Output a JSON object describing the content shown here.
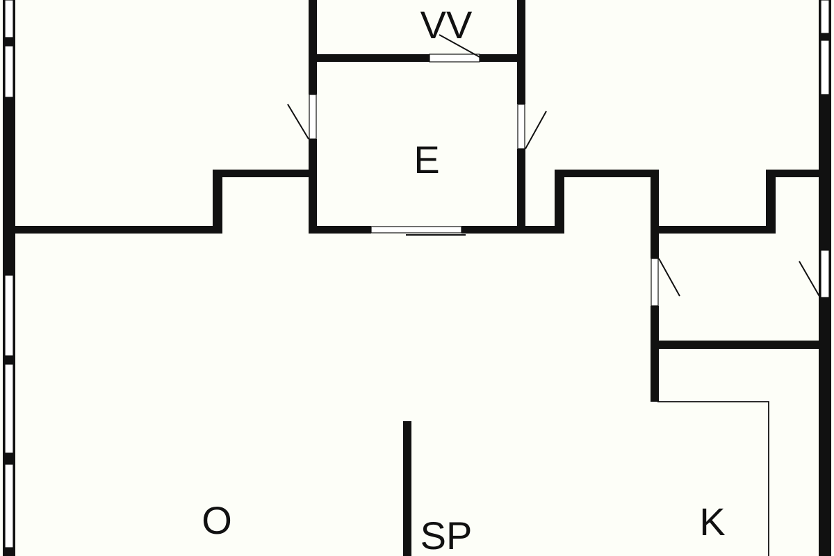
{
  "colors": {
    "background": "#fdfef8",
    "wall": "#111111",
    "window_fill": "#ffffff"
  },
  "rooms": [
    {
      "id": "vv",
      "label": "VV"
    },
    {
      "id": "e",
      "label": "E"
    },
    {
      "id": "o",
      "label": "O"
    },
    {
      "id": "sp",
      "label": "SP"
    },
    {
      "id": "k",
      "label": "K"
    }
  ]
}
